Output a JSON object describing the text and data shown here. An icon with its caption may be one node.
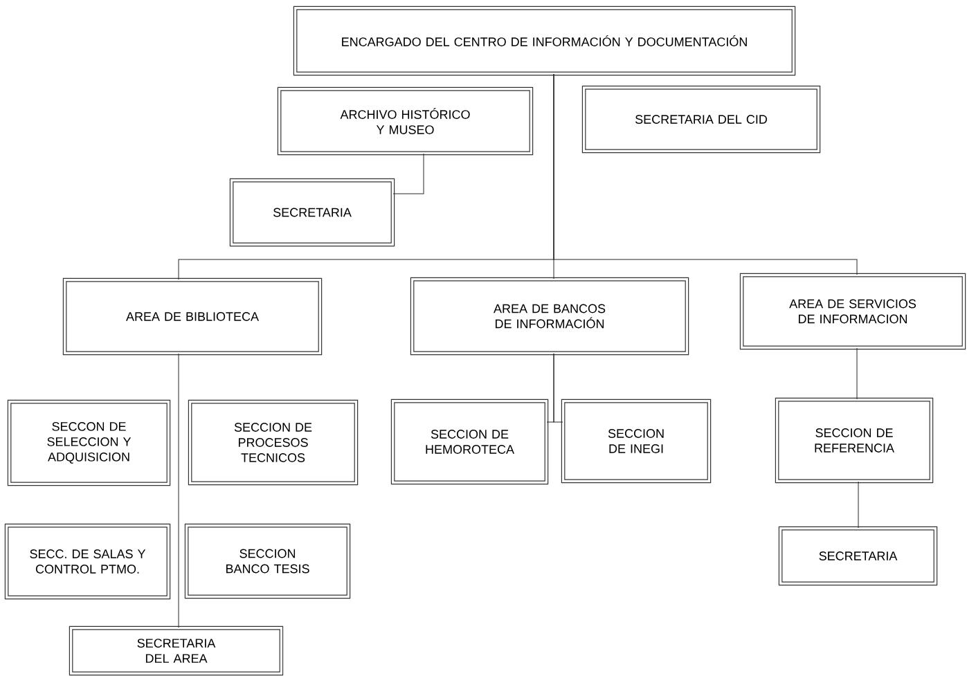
{
  "diagram": {
    "nodes": [
      {
        "text": [
          "ENCARGADO DEL CENTRO DE INFORMACIÓN Y DOCUMENTACIÓN"
        ]
      },
      {
        "text": [
          "ARCHIVO HISTÓRICO Y MUSEO"
        ]
      },
      {
        "text": [
          "SECRETARIA DEL CID"
        ]
      },
      {
        "text": [
          "SECRETARIA"
        ]
      },
      {
        "text": [
          "AREA DE BIBLIOTECA"
        ]
      },
      {
        "text": [
          "AREA DE BANCOS DE INFORMACIÓN"
        ]
      },
      {
        "text": [
          "AREA DE SERVICIOS DE INFORMACION"
        ]
      },
      {
        "text": [
          "SECCON DE SELECCION Y ADQUISICION"
        ]
      },
      {
        "text": [
          "SECCION DE PROCESOS TECNICOS"
        ]
      },
      {
        "text": [
          "SECCION DE HEMOROTECA"
        ]
      },
      {
        "text": [
          "SECCION DE INEGI"
        ]
      },
      {
        "text": [
          "SECCION DE REFERENCIA"
        ]
      },
      {
        "text": [
          "SECC. DE SALAS Y CONTROL PTMO."
        ]
      },
      {
        "text": [
          "SECCION BANCO TESIS"
        ]
      },
      {
        "text": [
          "SECRETARIA"
        ]
      },
      {
        "text": [
          "SECRETARIA DEL AREA"
        ]
      }
    ],
    "edges": [
      {
        "from": 0,
        "to": 4,
        "arrow": "none"
      },
      {
        "from": 0,
        "to": 5,
        "arrow": "none"
      },
      {
        "from": 0,
        "to": 6,
        "arrow": "none"
      },
      {
        "from": 1,
        "to": 3,
        "arrow": "none"
      },
      {
        "from": 4,
        "to": 15,
        "arrow": "none"
      },
      {
        "from": 5,
        "to": 9,
        "arrow": "none"
      },
      {
        "from": 5,
        "to": 10,
        "arrow": "none"
      },
      {
        "from": 6,
        "to": 11,
        "arrow": "none"
      },
      {
        "from": 11,
        "to": 14,
        "arrow": "none"
      }
    ]
  }
}
